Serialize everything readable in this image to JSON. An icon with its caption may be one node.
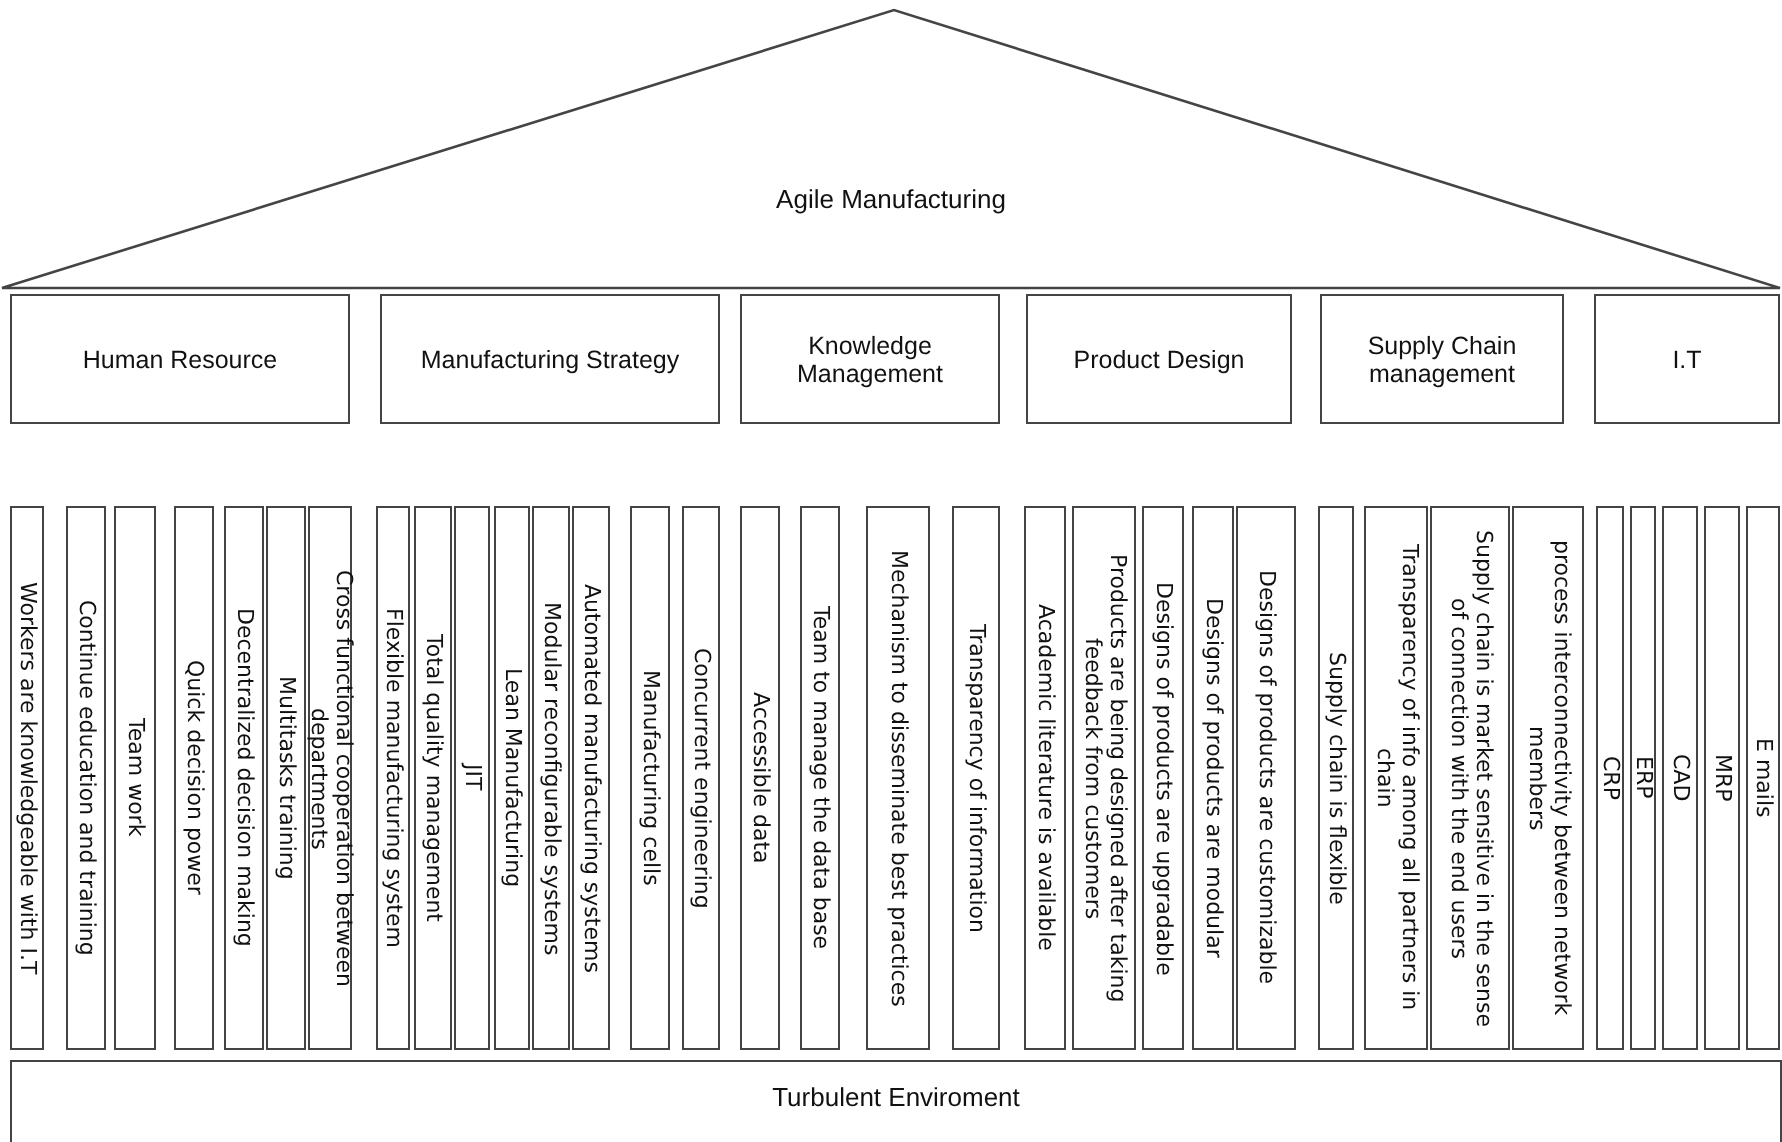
{
  "diagram": {
    "nodes": [
      {
        "text": [
          "Agile Manufacturing"
        ]
      },
      {
        "text": [
          "Human Resource"
        ]
      },
      {
        "text": [
          "Manufacturing Strategy"
        ]
      },
      {
        "text": [
          "Knowledge Management"
        ]
      },
      {
        "text": [
          "Product Design"
        ]
      },
      {
        "text": [
          "Supply Chain management"
        ]
      },
      {
        "text": [
          "I.T"
        ]
      },
      {
        "text": [
          "Workers are knowledgeable with I.T"
        ]
      },
      {
        "text": [
          "Continue education and training"
        ]
      },
      {
        "text": [
          "Team work"
        ]
      },
      {
        "text": [
          "Quick decision power"
        ]
      },
      {
        "text": [
          "Decentralized decision making"
        ]
      },
      {
        "text": [
          "Multitasks training"
        ]
      },
      {
        "text": [
          "Cross functional cooperation between departments"
        ]
      },
      {
        "text": [
          "Flexible manufacturing system"
        ]
      },
      {
        "text": [
          "Total quality management"
        ]
      },
      {
        "text": [
          "JIT"
        ]
      },
      {
        "text": [
          "Lean Manufacturing"
        ]
      },
      {
        "text": [
          "Modular reconfigurable systems"
        ]
      },
      {
        "text": [
          "Automated manufacturing systems"
        ]
      },
      {
        "text": [
          "Manufacturing cells"
        ]
      },
      {
        "text": [
          "Concurrent engineering"
        ]
      },
      {
        "text": [
          "Accessible data"
        ]
      },
      {
        "text": [
          "Team to manage the data base"
        ]
      },
      {
        "text": [
          "Mechanism to disseminate best practices"
        ]
      },
      {
        "text": [
          "Transparency of information"
        ]
      },
      {
        "text": [
          "Academic literature is available"
        ]
      },
      {
        "text": [
          "Products are being designed after taking feedback from customers"
        ]
      },
      {
        "text": [
          "Designs of products are upgradable"
        ]
      },
      {
        "text": [
          "Designs of products are modular"
        ]
      },
      {
        "text": [
          "Designs of products are customizable"
        ]
      },
      {
        "text": [
          "Supply chain is flexible"
        ]
      },
      {
        "text": [
          "Transparency of info among all partners in chain"
        ]
      },
      {
        "text": [
          "Supply chain is market sensitive in the sense of connection with the end users"
        ]
      },
      {
        "text": [
          "process interconnectivity between network members"
        ]
      },
      {
        "text": [
          "CRP"
        ]
      },
      {
        "text": [
          "ERP"
        ]
      },
      {
        "text": [
          "CAD"
        ]
      },
      {
        "text": [
          "MRP"
        ]
      },
      {
        "text": [
          "E mails"
        ]
      },
      {
        "text": [
          "Turbulent Enviroment"
        ]
      }
    ],
    "edges": []
  }
}
